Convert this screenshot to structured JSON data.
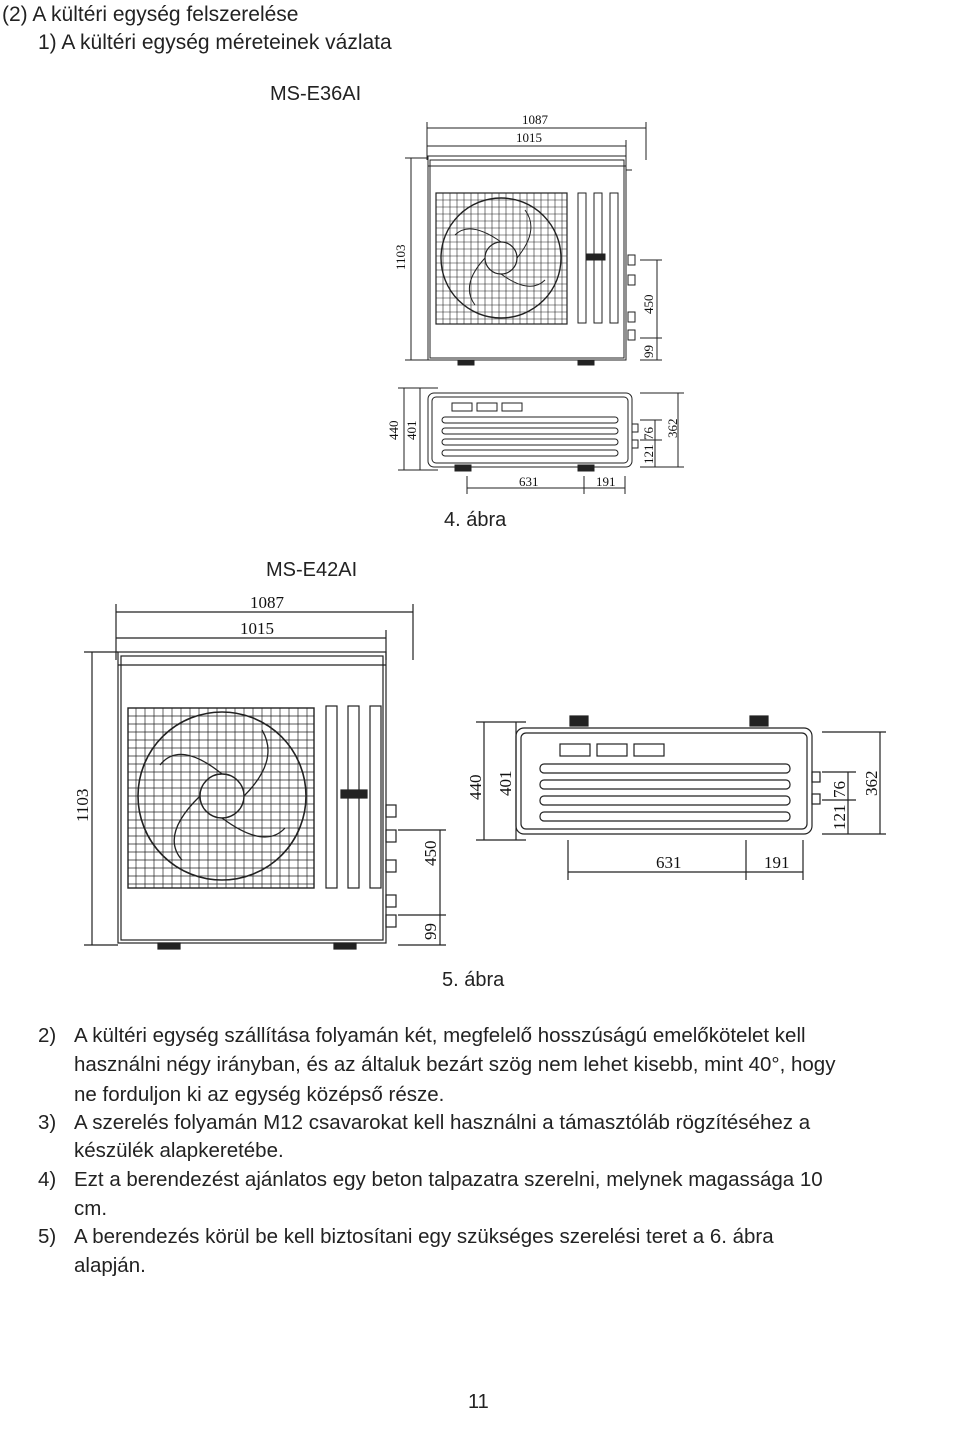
{
  "heading": {
    "section": "(2) A kültéri egység felszerelése",
    "subsection": "1) A kültéri egység méreteinek vázlata"
  },
  "figure4": {
    "model": "MS-E36AI",
    "caption": "4. ábra",
    "front_dims": {
      "w_outer": "1087",
      "w_inner": "1015",
      "h": "1103",
      "h_mid": "450",
      "h_bottom": "99"
    },
    "top_dims": {
      "d_outer": "440",
      "d_inner": "401",
      "side_outer": "362",
      "side_mid": "76",
      "side_low": "121",
      "w_left": "631",
      "w_right": "191"
    }
  },
  "figure5": {
    "model": "MS-E42AI",
    "caption": "5. ábra",
    "front_dims": {
      "w_outer": "1087",
      "w_inner": "1015",
      "h": "1103",
      "h_mid": "450",
      "h_bottom": "99"
    },
    "top_dims": {
      "d_outer": "440",
      "d_inner": "401",
      "side_outer": "362",
      "side_mid": "76",
      "side_low": "121",
      "w_left": "631",
      "w_right": "191"
    }
  },
  "list": [
    {
      "num": "2)",
      "lines": [
        "A kültéri egység szállítása folyamán két, megfelelő hosszúságú emelőkötelet kell",
        "használni négy irányban, és az általuk bezárt szög nem lehet kisebb, mint 40°, hogy",
        "ne forduljon ki az egység középső része."
      ]
    },
    {
      "num": "3)",
      "lines": [
        "A szerelés folyamán M12 csavarokat kell használni a támasztóláb rögzítéséhez a",
        "készülék alapkeretébe."
      ]
    },
    {
      "num": "4)",
      "lines": [
        "Ezt a berendezést ajánlatos egy beton talpazatra szerelni, melynek magassága 10",
        "cm."
      ]
    },
    {
      "num": "5)",
      "lines": [
        "A berendezés körül be kell biztosítani egy szükséges szerelési teret a 6. ábra",
        "alapján."
      ]
    }
  ],
  "page_number": "11"
}
